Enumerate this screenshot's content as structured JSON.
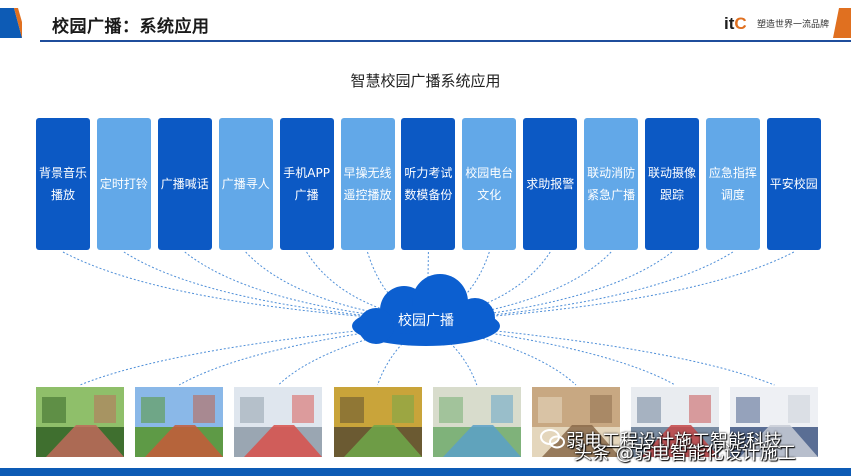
{
  "header": {
    "title": "校园广播：系统应用",
    "logo_main": "it",
    "logo_accent": "C",
    "logo_slogan": "塑造世界一流品牌",
    "accent_color": "#1f4e9c",
    "orange_accent": "#e07020"
  },
  "diagram": {
    "title": "智慧校园广播系统应用",
    "hub_label": "校园广播",
    "apps": [
      {
        "label": "背景音乐播放",
        "tone": "dark"
      },
      {
        "label": "定时打铃",
        "tone": "light"
      },
      {
        "label": "广播喊话",
        "tone": "dark"
      },
      {
        "label": "广播寻人",
        "tone": "light"
      },
      {
        "label": "手机APP广播",
        "tone": "dark"
      },
      {
        "label": "早操无线遥控播放",
        "tone": "light"
      },
      {
        "label": "听力考试数模备份",
        "tone": "dark"
      },
      {
        "label": "校园电台文化",
        "tone": "light"
      },
      {
        "label": "求助报警",
        "tone": "dark"
      },
      {
        "label": "联动消防紧急广播",
        "tone": "light"
      },
      {
        "label": "联动摄像跟踪",
        "tone": "dark"
      },
      {
        "label": "应急指挥调度",
        "tone": "light"
      },
      {
        "label": "平安校园",
        "tone": "dark"
      }
    ],
    "scenes": [
      {
        "name": "campus-path-photo"
      },
      {
        "name": "sports-track-photo"
      },
      {
        "name": "cafeteria-photo"
      },
      {
        "name": "lawn-reading-photo"
      },
      {
        "name": "classroom-photo"
      },
      {
        "name": "library-photo"
      },
      {
        "name": "school-gate-photo"
      },
      {
        "name": "meeting-hall-photo"
      }
    ],
    "colors": {
      "dark_box": "#0c59c4",
      "light_box": "#62a8e8",
      "cloud": "#0c5fd0"
    }
  },
  "watermark": {
    "line1": "弱电工程设计施工智能科技",
    "line2": "头条 @弱电智能化设计施工"
  }
}
